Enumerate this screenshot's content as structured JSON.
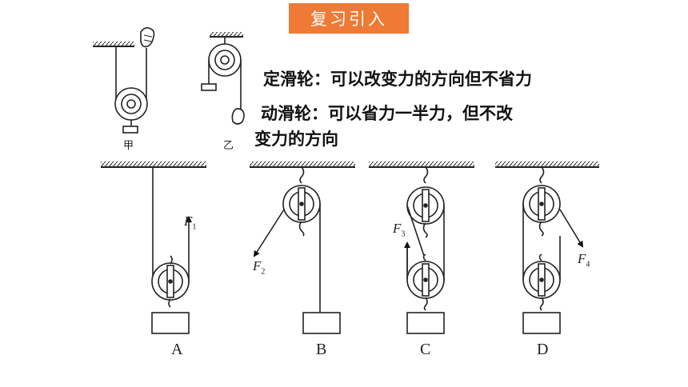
{
  "header": {
    "title": "复习引入"
  },
  "notes": {
    "fixed_pulley": "定滑轮：可以改变力的方向但不省力",
    "movable_pulley_line1": "动滑轮：可以省力一半力，但不改",
    "movable_pulley_line2": "变力的方向"
  },
  "small_figures": {
    "jia": "甲",
    "yi": "乙"
  },
  "setups": [
    {
      "id": "A",
      "label": "A",
      "force": "F",
      "sub": "1"
    },
    {
      "id": "B",
      "label": "B",
      "force": "F",
      "sub": "2"
    },
    {
      "id": "C",
      "label": "C",
      "force": "F",
      "sub": "3"
    },
    {
      "id": "D",
      "label": "D",
      "force": "F",
      "sub": "4"
    }
  ]
}
